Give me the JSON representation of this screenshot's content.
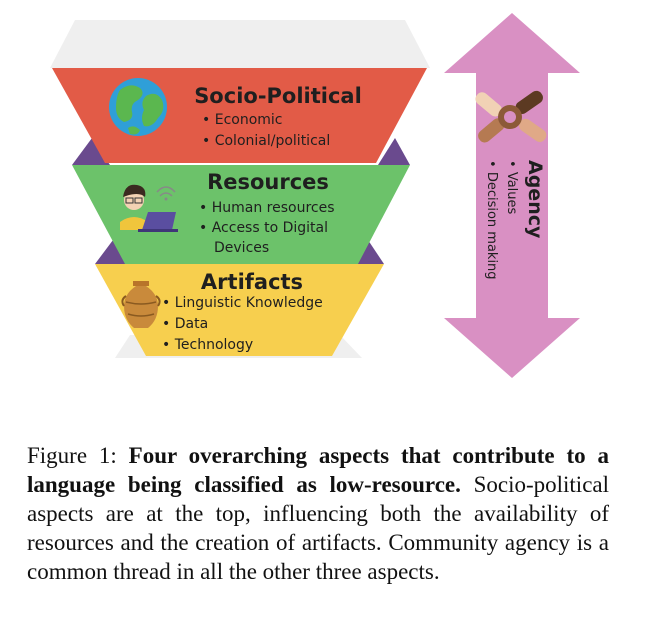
{
  "diagram": {
    "layers": [
      {
        "title": "Socio-Political",
        "bullets": [
          "Economic",
          "Colonial/political"
        ],
        "icon": "globe-icon",
        "color": "#e25b47"
      },
      {
        "title": "Resources",
        "bullets": [
          "Human resources",
          "Access to Digital",
          "Devices"
        ],
        "icon": "person-laptop-icon",
        "color": "#6cc26a"
      },
      {
        "title": "Artifacts",
        "bullets": [
          "Linguistic Knowledge",
          "Data",
          "Technology"
        ],
        "icon": "amphora-icon",
        "color": "#f7cf4e"
      }
    ],
    "agency": {
      "title": "Agency",
      "bullets": [
        "Values",
        "Decision making"
      ],
      "icon": "joined-hands-icon",
      "color": "#d990c3"
    },
    "accent_colors": {
      "purple_side": "#6a4a8e",
      "grey_back": "#efefef"
    }
  },
  "caption": {
    "label": "Figure 1: ",
    "bold": "Four overarching aspects that contribute to a language being classified as low-resource.",
    "text": " Socio-political aspects are at the top, influencing both the availability of resources and the creation of artifacts. Community agency is a common thread in all the other three aspects."
  }
}
